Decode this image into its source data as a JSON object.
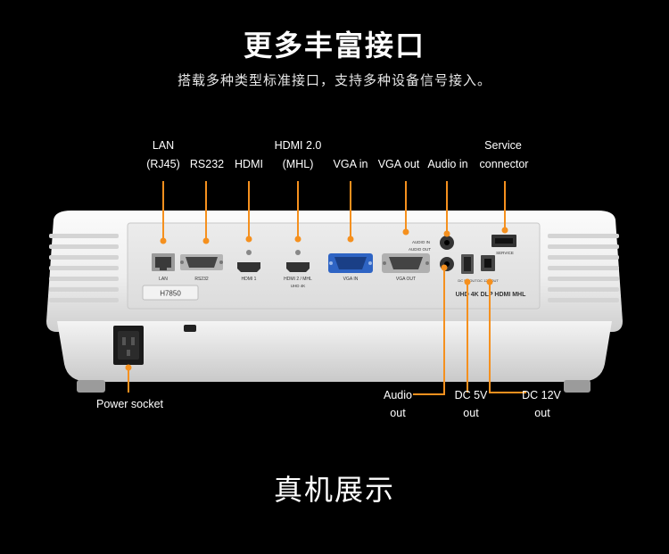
{
  "header": {
    "title": "更多丰富接口",
    "subtitle": "搭载多种类型标准接口，支持多种设备信号接入。"
  },
  "callouts": {
    "lan_line1": "LAN",
    "lan_line2": "(RJ45)",
    "rs232": "RS232",
    "hdmi": "HDMI",
    "hdmi2_line1": "HDMI 2.0",
    "hdmi2_line2": "(MHL)",
    "vga_in": "VGA in",
    "vga_out": "VGA out",
    "audio_in": "Audio in",
    "service_line1": "Service",
    "service_line2": "connector",
    "power_socket": "Power socket",
    "audio_out_line1": "Audio",
    "audio_out_line2": "out",
    "dc5v_line1": "DC 5V",
    "dc5v_line2": "out",
    "dc12v_line1": "DC 12V",
    "dc12v_line2": "out"
  },
  "panel_labels": {
    "lan": "LAN",
    "rs232": "RS232",
    "hdmi1": "HDMI 1",
    "hdmi2": "HDMI 2 / MHL",
    "uhd": "UHD 4K",
    "vga_in": "VGA IN",
    "vga_out": "VGA OUT",
    "audio_in": "AUDIO IN",
    "audio_out": "AUDIO OUT",
    "dc5v": "DC 5V OUT",
    "dc12v": "DC 12V OUT",
    "service": "SERVICE",
    "model": "H7850",
    "logos": "UHD 4K  DLP  HDMI  MHL"
  },
  "footer": {
    "title": "真机展示"
  },
  "colors": {
    "background": "#000000",
    "accent": "#f5901e",
    "projector_body": "#f2f2f2",
    "panel": "#e6e6e6"
  }
}
